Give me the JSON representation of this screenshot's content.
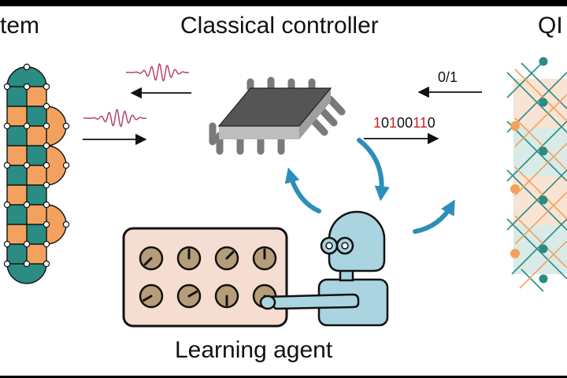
{
  "labels": {
    "quantum_system": "tem",
    "classical_controller": "Classical controller",
    "qec_code": "QI",
    "learning_agent": "Learning agent"
  },
  "signals": {
    "measurement_result": "0/1",
    "bitstring": [
      {
        "ch": "1",
        "highlight": true
      },
      {
        "ch": "0",
        "highlight": false
      },
      {
        "ch": "1",
        "highlight": true
      },
      {
        "ch": "0",
        "highlight": false
      },
      {
        "ch": "0",
        "highlight": false
      },
      {
        "ch": "1",
        "highlight": true
      },
      {
        "ch": "1",
        "highlight": true
      },
      {
        "ch": "0",
        "highlight": false
      }
    ]
  },
  "colors": {
    "teal": "#2a8c82",
    "orange": "#f2a25e",
    "pulse": "#b5456a",
    "arrow_blue": "#2c8fb8",
    "robot_fill": "#a9d4e0",
    "panel_fill": "#f6ddd1",
    "bit_red": "#d42020",
    "chip_top": "#555555",
    "chip_pin": "#7a7a7a",
    "knob": "#b59d7a"
  },
  "dial_panel": {
    "knob_angles_deg": [
      225,
      0,
      45,
      0,
      240,
      60,
      180,
      120
    ]
  },
  "icons": [
    "chip-icon",
    "robot-icon",
    "dial-panel-icon",
    "pulse-waveform-icon"
  ]
}
